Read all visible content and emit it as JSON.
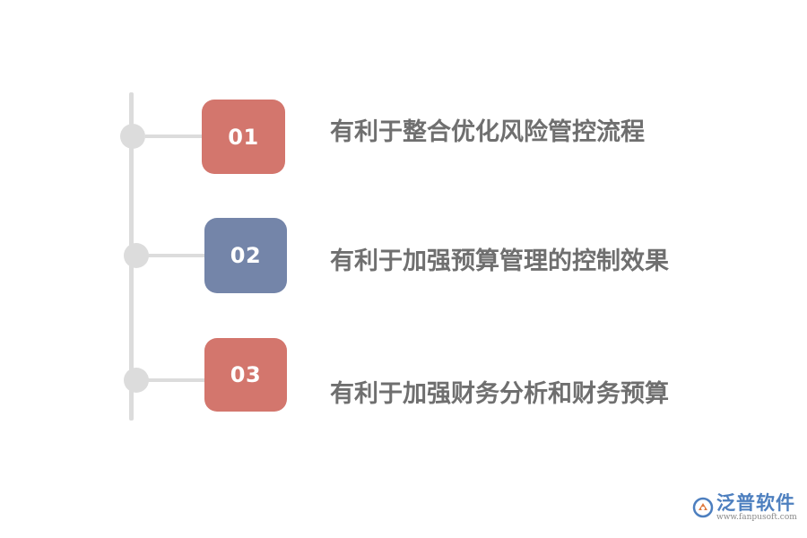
{
  "items": [
    {
      "number": "01",
      "text": "有利于整合优化风险管控流程",
      "color": "#d3766d"
    },
    {
      "number": "02",
      "text": "有利于加强预算管理的控制效果",
      "color": "#7485a9"
    },
    {
      "number": "03",
      "text": "有利于加强财务分析和财务预算",
      "color": "#d3766d"
    }
  ],
  "brand": {
    "name": "泛普软件",
    "url": "www.fanpusoft.com"
  }
}
